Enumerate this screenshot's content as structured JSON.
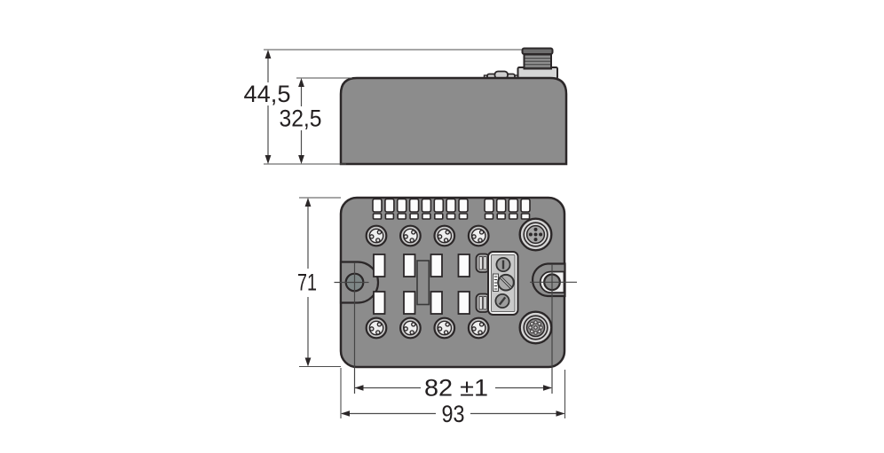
{
  "drawing": {
    "kind": "technical-dimension-drawing",
    "dims": {
      "total_height": "44,5",
      "body_height": "32,5",
      "depth": "71",
      "mounting_spacing": "82 ±1",
      "total_width": "93"
    },
    "colors": {
      "body": "#8c8c8c",
      "outline": "#2b2728",
      "dim_line": "#4d4d4d",
      "window_white": "#fcfcfc",
      "connector_ring": "#d4d4d4"
    }
  }
}
